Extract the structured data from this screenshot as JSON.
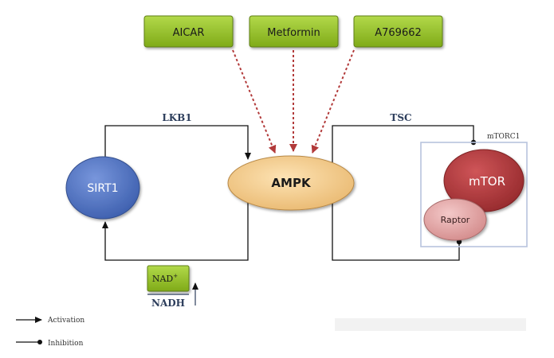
{
  "drugs": {
    "aicar": "AICAR",
    "metformin": "Metformin",
    "a769662": "A769662"
  },
  "nodes": {
    "sirt1": "SIRT1",
    "ampk": "AMPK",
    "mtor": "mTOR",
    "raptor": "Raptor",
    "complex_label": "mTORC1"
  },
  "edges": {
    "lkb1": "LKB1",
    "tsc": "TSC"
  },
  "cofactor": {
    "nad": "NAD",
    "nad_superscript": "+",
    "nadh": "NADH"
  },
  "legend": {
    "activation": "Activation",
    "inhibition": "Inhibition"
  },
  "colors": {
    "drug_box": "#92c020",
    "drug_box_border": "#5e7f12",
    "sirt1": "#4f74c4",
    "ampk": "#f4cc8e",
    "mtor": "#b8373a",
    "raptor": "#e3a2a2",
    "dotted_arrow": "#b23a3a",
    "complex_border": "#b7c3de"
  }
}
